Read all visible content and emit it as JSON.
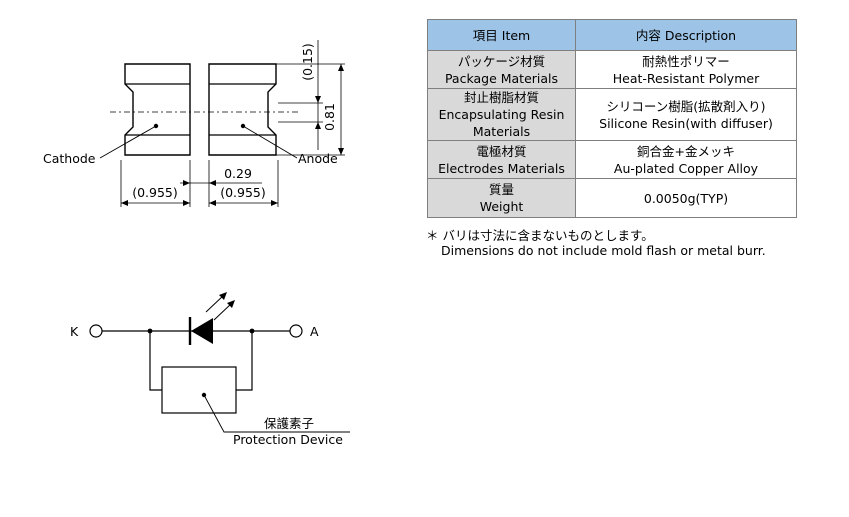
{
  "dimension_labels": {
    "width_left": "(0.955)",
    "width_right": "(0.955)",
    "gap": "0.29",
    "height": "0.81",
    "top_offset": "(0.15)"
  },
  "terminal_labels": {
    "cathode": "Cathode",
    "anode": "Anode"
  },
  "table": {
    "header": {
      "item": "項目 Item",
      "description": "内容 Description"
    },
    "rows": [
      {
        "item": [
          "パッケージ材質",
          "Package Materials"
        ],
        "description": [
          "耐熱性ポリマー",
          "Heat-Resistant Polymer"
        ]
      },
      {
        "item": [
          "封止樹脂材質",
          "Encapsulating Resin",
          "Materials"
        ],
        "description": [
          "シリコーン樹脂(拡散剤入り)",
          "Silicone Resin(with diffuser)"
        ]
      },
      {
        "item": [
          "電極材質",
          "Electrodes Materials"
        ],
        "description": [
          "銅合金+金メッキ",
          "Au-plated Copper Alloy"
        ]
      },
      {
        "item": [
          "質量",
          "Weight"
        ],
        "description": [
          "0.0050g(TYP)"
        ]
      }
    ]
  },
  "note": {
    "line1": "＊ バリは寸法に含まないものとします。",
    "line2": "Dimensions do not include mold flash or metal burr."
  },
  "circuit": {
    "k_label": "K",
    "a_label": "A",
    "protection_jp": "保護素子",
    "protection_en": "Protection Device"
  }
}
